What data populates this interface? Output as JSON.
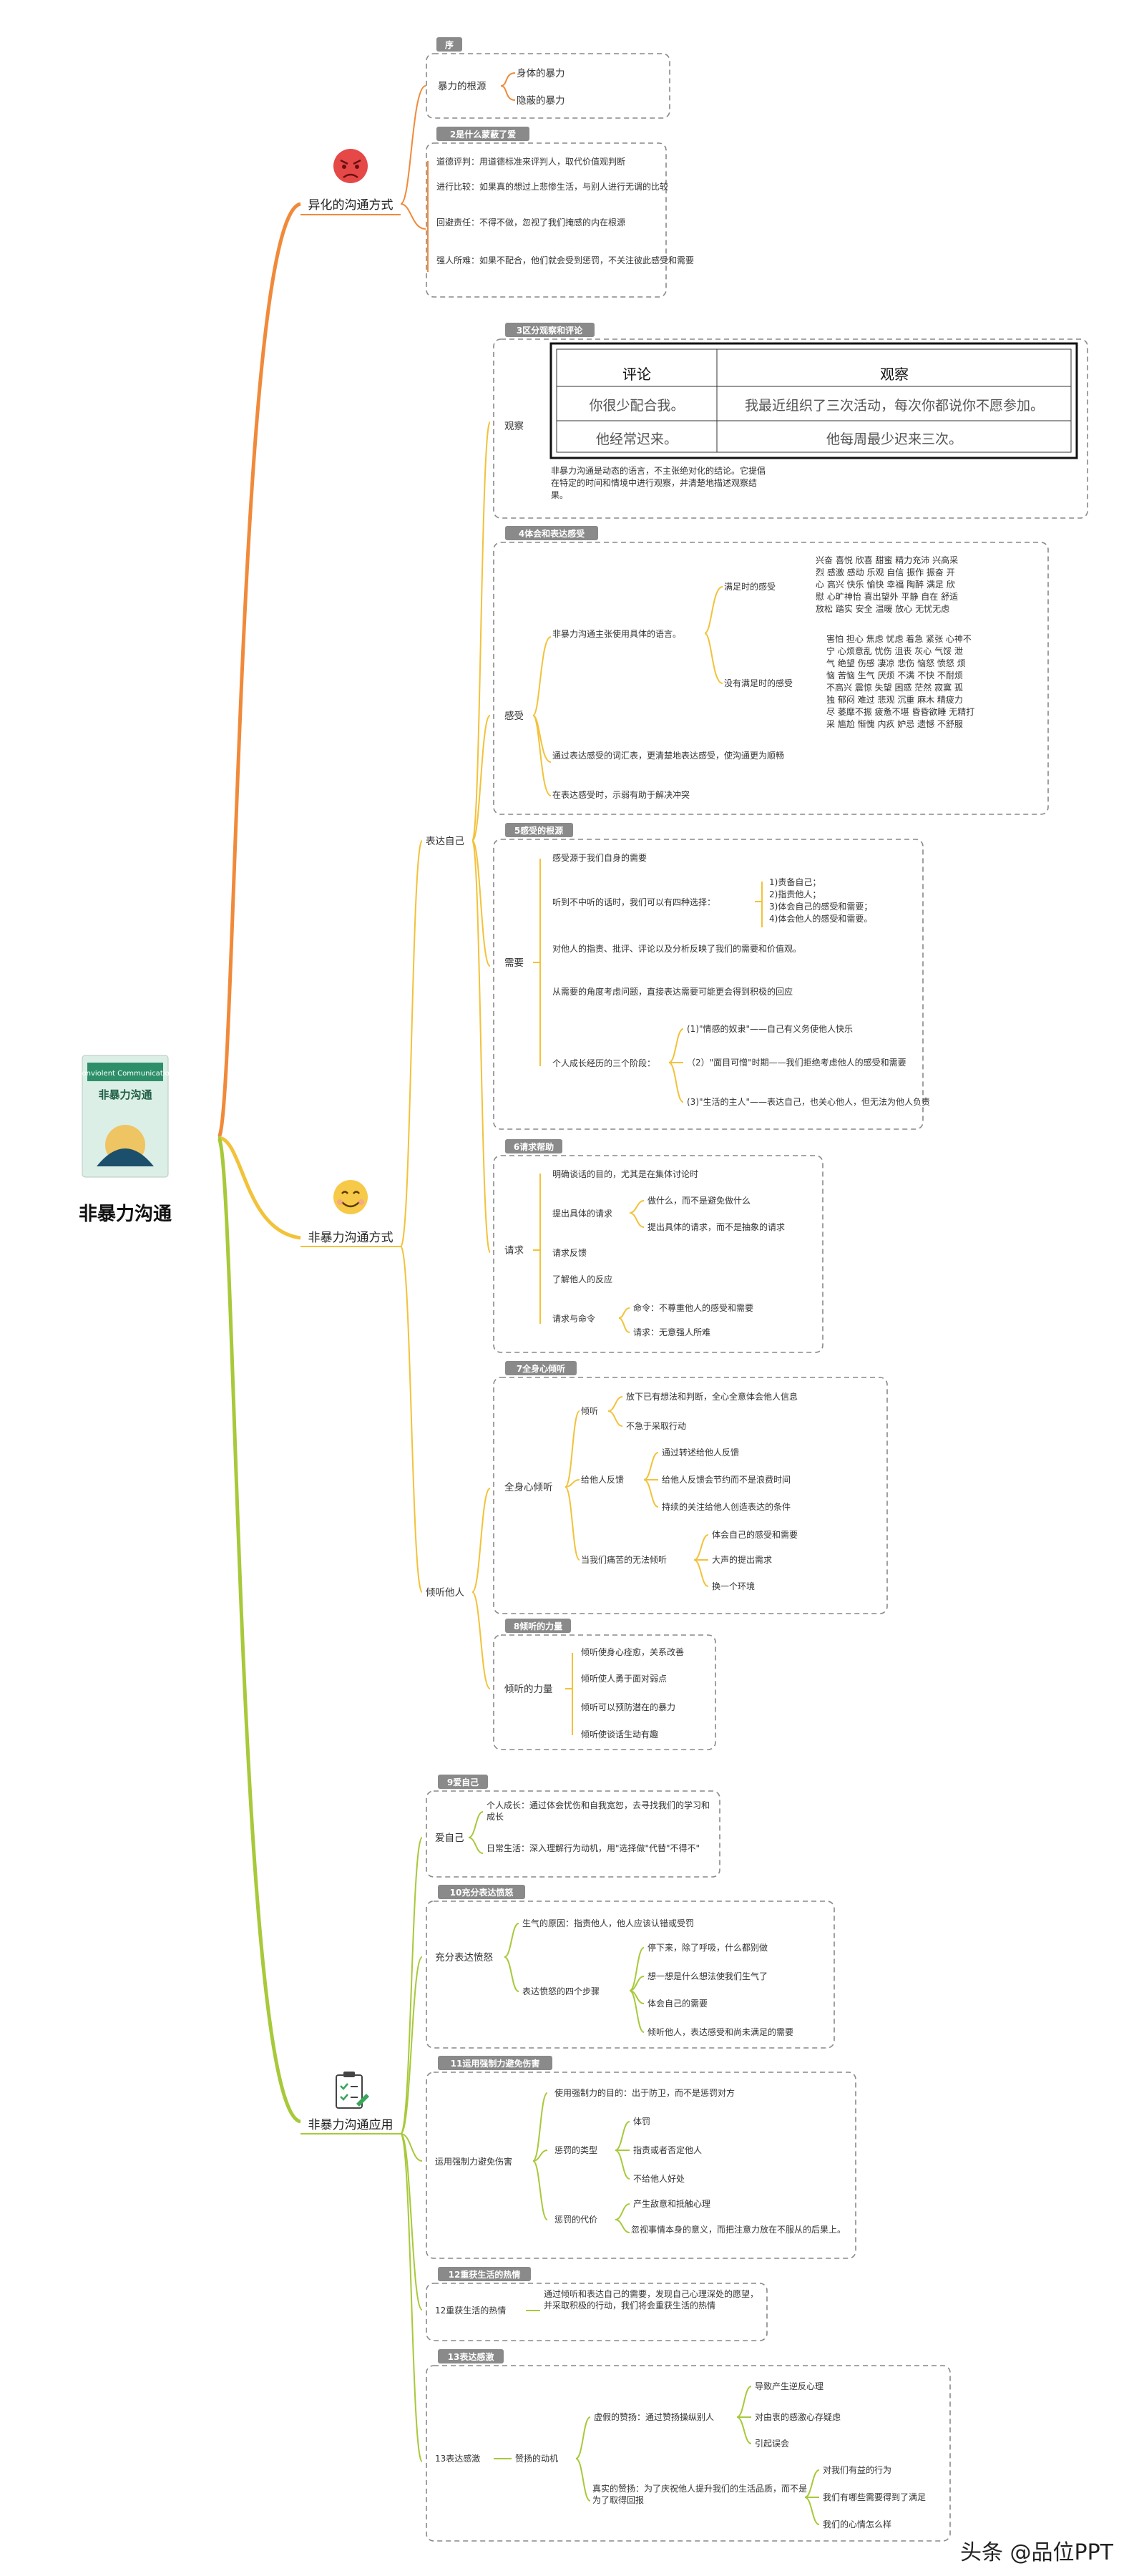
{
  "root": {
    "title": "非暴力沟通",
    "book_cover_title": "非暴力沟通",
    "book_cover_en": "Nonviolent Communication"
  },
  "branches": {
    "b1": "异化的沟通方式",
    "b2": "非暴力沟通方式",
    "b3": "非暴力沟通应用"
  },
  "sections": {
    "s1": {
      "tag": "序",
      "n1": "暴力的根源",
      "n1a": "身体的暴力",
      "n1b": "隐蔽的暴力"
    },
    "s2": {
      "tag": "2是什么蒙蔽了爱",
      "items": [
        "道德评判：用道德标准来评判人，取代价值观判断",
        "进行比较：如果真的想过上悲惨生活，与别人进行无谓的比较",
        "回避责任：不得不做，忽视了我们掩感的内在根源",
        "强人所难：如果不配合，他们就会受到惩罚，不关注彼此感受和需要"
      ]
    },
    "s3": {
      "tag": "3区分观察和评论",
      "node": "观察",
      "table_h1": "评论",
      "table_h2": "观察",
      "r1c1": "你很少配合我。",
      "r1c2": "我最近组织了三次活动，每次你都说你不愿参加。",
      "r2c1": "他经常迟来。",
      "r2c2": "他每周最少迟来三次。",
      "desc": "非暴力沟通是动态的语言，不主张绝对化的结论。它提倡在特定的时间和情境中进行观察，并清楚地描述观察结果。"
    },
    "s4": {
      "tag": "4体会和表达感受",
      "node": "感受",
      "n1": "非暴力沟通主张使用具体的语言。",
      "met": "满足时的感受",
      "met_words": [
        "兴奋 喜悦 欣喜 甜蜜 精力充沛 兴高采",
        "烈 感激 感动 乐观 自信 振作 振奋 开",
        "心 高兴 快乐 愉快 幸福 陶醉 满足 欣",
        "慰 心旷神怡 喜出望外 平静 自在 舒适",
        "放松 踏实 安全 温暖 放心 无忧无虑"
      ],
      "unmet": "没有满足时的感受",
      "unmet_words": [
        "害怕 担心 焦虑 忧虑 着急 紧张 心神不",
        "宁 心烦意乱 忧伤 沮丧 灰心 气馁 泄",
        "气 绝望 伤感 凄凉 悲伤 恼怒 愤怒 烦",
        "恼 苦恼 生气 厌烦 不满 不快 不耐烦",
        "不高兴 震惊 失望 困惑 茫然 寂寞 孤",
        "独 郁闷 难过 悲观 沉重 麻木 精疲力",
        "尽 萎靡不振 疲惫不堪 昏昏欲睡 无精打",
        "采 尴尬 惭愧 内疚 妒忌 遗憾 不舒服"
      ],
      "n2": "通过表达感受的词汇表，更清楚地表达感受，使沟通更为顺畅",
      "n3": "在表达感受时，示弱有助于解决冲突"
    },
    "s5": {
      "tag": "5感受的根源",
      "node": "需要",
      "n1": "感受源于我们自身的需要",
      "n2": "听到不中听的话时，我们可以有四种选择：",
      "n2_opts": [
        "1)责备自己；",
        "2)指责他人；",
        "3)体会自己的感受和需要；",
        "4)体会他人的感受和需要。"
      ],
      "n3": "对他人的指责、批评、评论以及分析反映了我们的需要和价值观。",
      "n4": "从需要的角度考虑问题，直接表达需要可能更会得到积极的回应",
      "n5": "个人成长经历的三个阶段：",
      "stages": [
        "(1)\"情感的奴隶\"——自己有义务使他人快乐",
        "（2）\"面目可憎\"时期——我们拒绝考虑他人的感受和需要",
        "(3)\"生活的主人\"——表达自己，也关心他人，但无法为他人负责"
      ]
    },
    "s6": {
      "tag": "6请求帮助",
      "node": "请求",
      "n1": "明确谈话的目的，尤其是在集体讨论时",
      "n2": "提出具体的请求",
      "n2a": "做什么，而不是避免做什么",
      "n2b": "提出具体的请求，而不是抽象的请求",
      "n3": "请求反馈",
      "n4": "了解他人的反应",
      "n5": "请求与命令",
      "n5a": "命令：不尊重他人的感受和需要",
      "n5b": "请求：无意强人所难"
    },
    "s7": {
      "tag": "7全身心倾听",
      "node": "全身心倾听",
      "a": "倾听",
      "a1": "放下已有想法和判断，全心全意体会他人信息",
      "a2": "不急于采取行动",
      "b": "给他人反馈",
      "b1": "通过转述给他人反馈",
      "b2": "给他人反馈会节约而不是浪费时间",
      "b3": "持续的关注给他人创造表达的条件",
      "c": "当我们痛苦的无法倾听",
      "c1": "体会自己的感受和需要",
      "c2": "大声的提出需求",
      "c3": "换一个环境"
    },
    "s8": {
      "tag": "8倾听的力量",
      "node": "倾听的力量",
      "items": [
        "倾听使身心痊愈，关系改善",
        "倾听使人勇于面对弱点",
        "倾听可以预防潜在的暴力",
        "倾听使谈话生动有趣"
      ]
    },
    "mid_express": "表达自己",
    "mid_listen": "倾听他人",
    "s9": {
      "tag": "9爱自己",
      "node": "爱自己",
      "a": "个人成长：通过体会忧伤和自我宽恕，去寻找我们的学习和成长",
      "b": "日常生活：深入理解行为动机，用\"选择做\"代替\"不得不\""
    },
    "s10": {
      "tag": "10充分表达愤怒",
      "node": "充分表达愤怒",
      "a": "生气的原因：指责他人，他人应该认错或受罚",
      "b": "表达愤怒的四个步骤",
      "steps": [
        "停下来，除了呼吸，什么都别做",
        "想一想是什么想法使我们生气了",
        "体会自己的需要",
        "倾听他人，表达感受和尚未满足的需要"
      ]
    },
    "s11": {
      "tag": "11运用强制力避免伤害",
      "node": "运用强制力避免伤害",
      "a": "使用强制力的目的：出于防卫，而不是惩罚对方",
      "b": "惩罚的类型",
      "b1": "体罚",
      "b2": "指责或者否定他人",
      "b3": "不给他人好处",
      "c": "惩罚的代价",
      "c1": "产生敌意和抵触心理",
      "c2": "忽视事情本身的意义，而把注意力放在不服从的后果上。"
    },
    "s12": {
      "tag": "12重获生活的热情",
      "node": "12重获生活的热情",
      "a": "通过倾听和表达自己的需要，发现自己心理深处的愿望，并采取积极的行动，我们将会重获生活的热情"
    },
    "s13": {
      "tag": "13表达感激",
      "node": "13表达感激",
      "mid": "赞扬的动机",
      "a": "虚假的赞扬：通过赞扬操纵别人",
      "a1": "导致产生逆反心理",
      "a2": "对由衷的感激心存疑虑",
      "a3": "引起误会",
      "b": "真实的赞扬：为了庆祝他人提升我们的生活品质，而不是为了取得回报",
      "b1": "对我们有益的行为",
      "b2": "我们有哪些需要得到了满足",
      "b3": "我们的心情怎么样"
    }
  },
  "watermark": "头条 @品位PPT",
  "colors": {
    "orange": "#f08a3a",
    "green": "#a7c93a",
    "yellow": "#f2c23a",
    "tag_gray": "#8a8a8a",
    "dash": "#888888"
  },
  "icons": {
    "b1": "angry-face-icon",
    "b2": "smiling-face-icon",
    "b3": "checklist-icon"
  }
}
